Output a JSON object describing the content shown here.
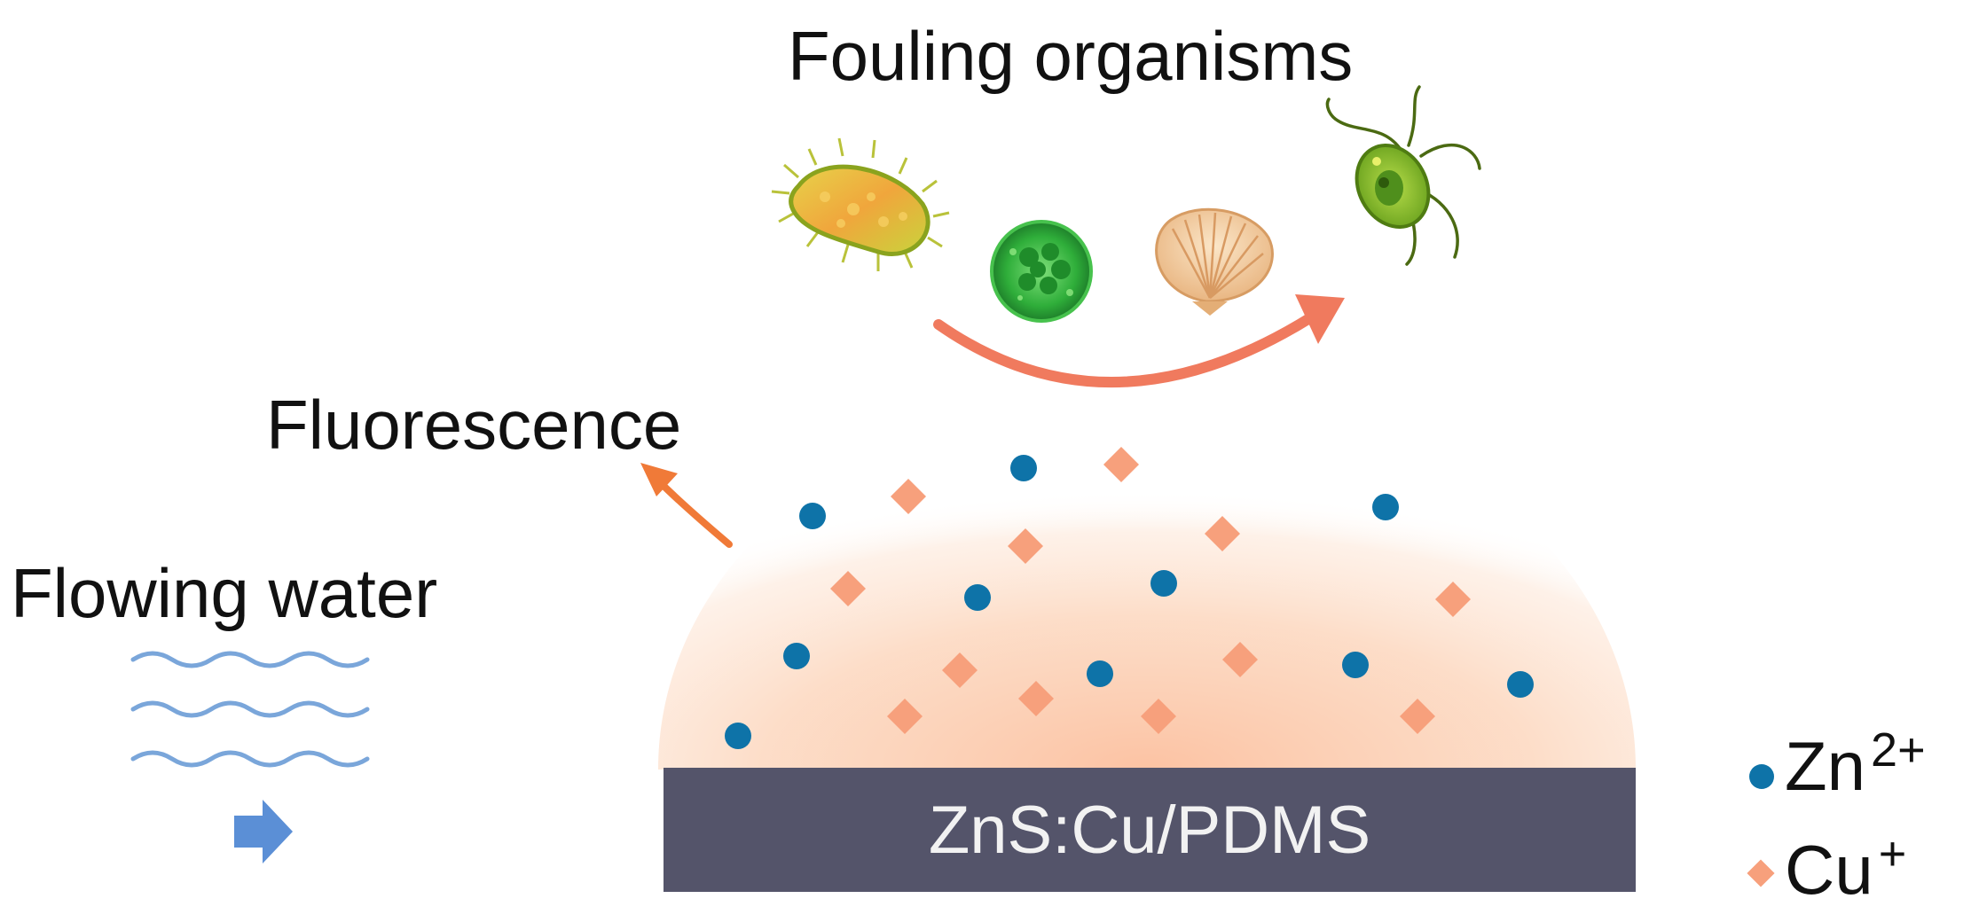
{
  "labels": {
    "title": "Fouling organisms",
    "fluorescence": "Fluorescence",
    "flowing_water": "Flowing water",
    "substrate": "ZnS:Cu/PDMS"
  },
  "legend": {
    "zn": {
      "base": "Zn",
      "charge": "2+"
    },
    "cu": {
      "base": "Cu",
      "charge": "+"
    }
  },
  "colors": {
    "zn_ion": "#0e73a8",
    "cu_ion": "#f7a07c",
    "substrate": "#54546a",
    "glow": "#fbc7a5",
    "arrow": "#f07a5e",
    "water": "#7aa6da"
  },
  "organisms": [
    "bacterium-icon",
    "green-alga-cell-icon",
    "seashell-icon",
    "flagellate-alga-icon"
  ]
}
